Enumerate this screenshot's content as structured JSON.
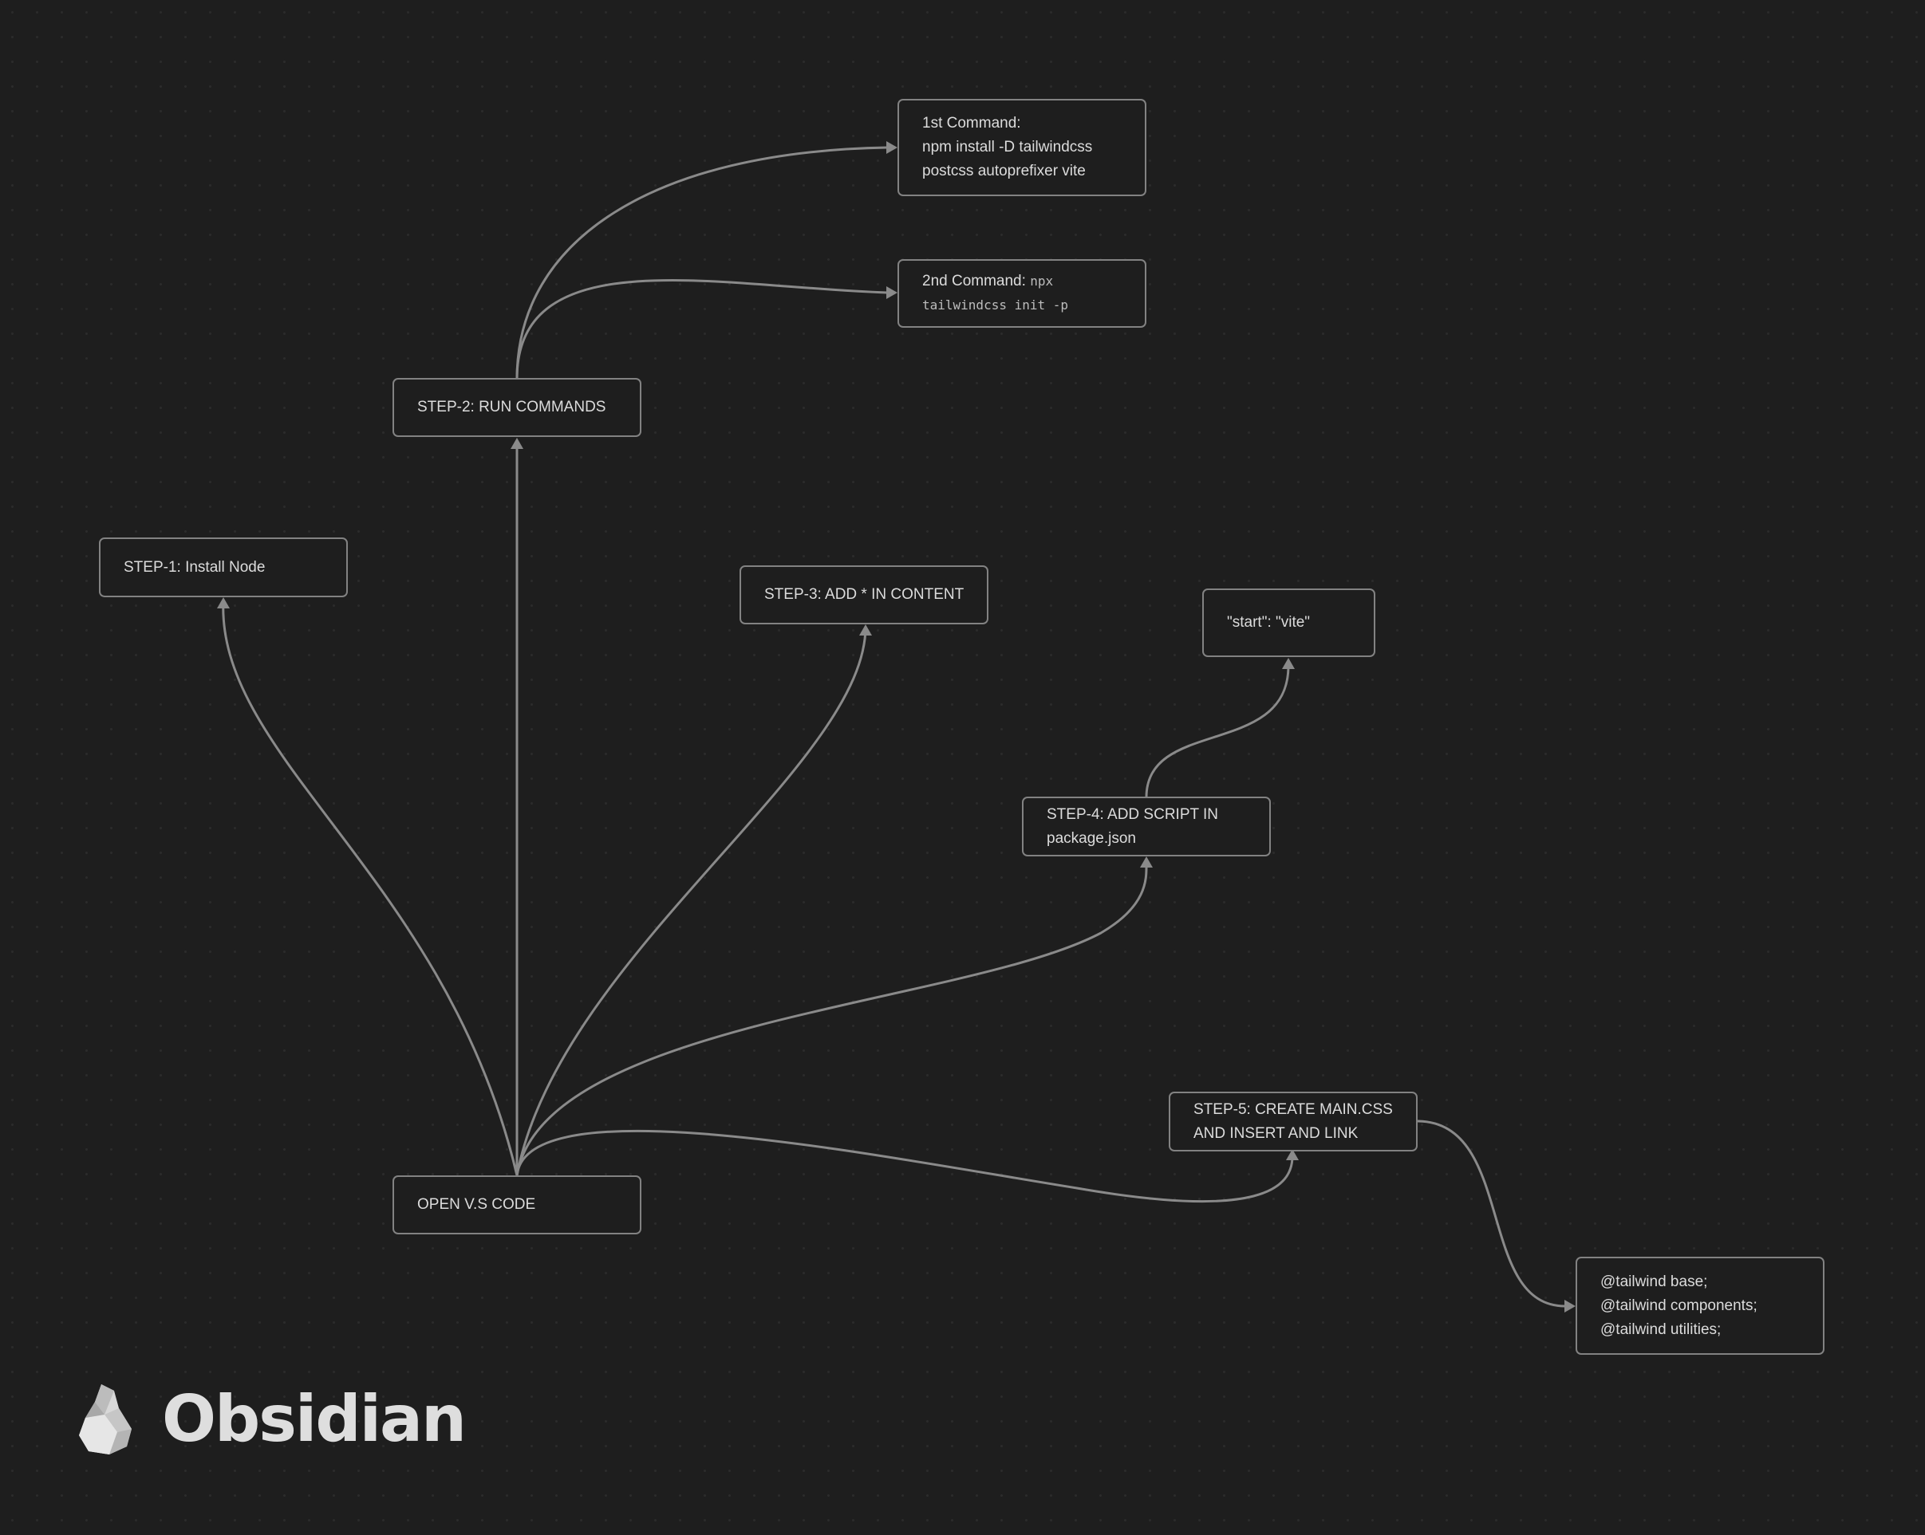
{
  "diagram": {
    "nodes": {
      "open_vs_code": {
        "lines": [
          "OPEN V.S CODE"
        ]
      },
      "step1": {
        "lines": [
          "STEP-1: Install Node"
        ]
      },
      "step2": {
        "lines": [
          "STEP-2: RUN COMMANDS"
        ]
      },
      "cmd1": {
        "lines": [
          "1st Command:",
          "npm install -D tailwindcss",
          "postcss autoprefixer vite"
        ]
      },
      "cmd2": {
        "label": "2nd Command:",
        "code_inline": "npx",
        "code_line": "tailwindcss init -p"
      },
      "step3": {
        "lines": [
          "STEP-3: ADD * IN CONTENT"
        ]
      },
      "step4": {
        "lines": [
          "STEP-4: ADD SCRIPT IN",
          "package.json"
        ]
      },
      "start_vite": {
        "lines": [
          "\"start\": \"vite\""
        ]
      },
      "step5": {
        "lines": [
          "STEP-5: CREATE MAIN.CSS",
          "AND INSERT AND LINK"
        ]
      },
      "tailwind_directives": {
        "lines": [
          "@tailwind base;",
          "@tailwind components;",
          "@tailwind utilities;"
        ]
      }
    },
    "edges": [
      {
        "from": "open_vs_code",
        "to": "step1"
      },
      {
        "from": "open_vs_code",
        "to": "step2"
      },
      {
        "from": "open_vs_code",
        "to": "step3"
      },
      {
        "from": "open_vs_code",
        "to": "step4"
      },
      {
        "from": "open_vs_code",
        "to": "step5"
      },
      {
        "from": "step2",
        "to": "cmd1"
      },
      {
        "from": "step2",
        "to": "cmd2"
      },
      {
        "from": "step4",
        "to": "start_vite"
      },
      {
        "from": "step5",
        "to": "tailwind_directives"
      }
    ]
  },
  "branding": {
    "logo_text": "Obsidian",
    "logo_icon": "obsidian-logo-icon"
  },
  "colors": {
    "background": "#1e1e1e",
    "node_border": "#828282",
    "edge": "#8a8a8a",
    "text": "#dcdcdc"
  }
}
